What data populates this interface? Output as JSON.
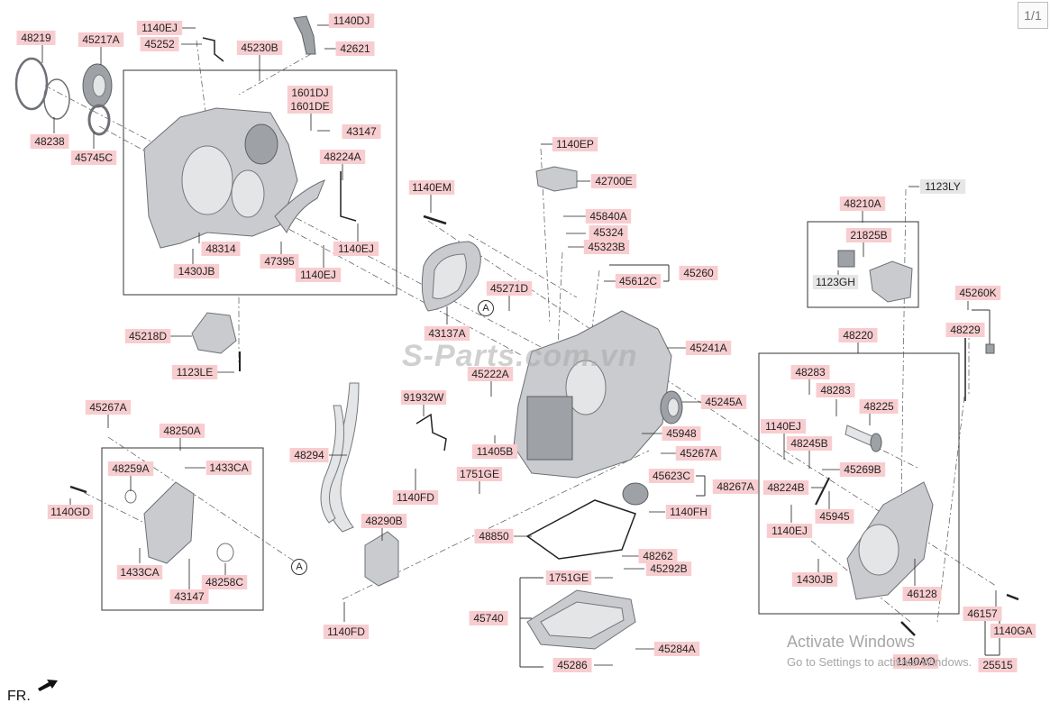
{
  "page_indicator": "1/1",
  "watermark": "S-Parts.com.vn",
  "windows_notice": {
    "title": "Activate Windows",
    "subtitle": "Go to Settings to activate Windows."
  },
  "direction_label": "FR.",
  "callout_letter": "A",
  "parts": [
    "48219",
    "45217A",
    "48238",
    "45745C",
    "1140EJ",
    "45252",
    "45230B",
    "1140DJ",
    "42621",
    "1601DJ",
    "1601DE",
    "43147",
    "48224A",
    "48314",
    "1430JB",
    "47395",
    "1140EJ",
    "1140EJ",
    "45218D",
    "1123LE",
    "1140EP",
    "42700E",
    "1140EM",
    "45840A",
    "45324",
    "45323B",
    "45260",
    "45612C",
    "45271D",
    "43137A",
    "45241A",
    "45222A",
    "91932W",
    "45245A",
    "45948",
    "45267A",
    "11405B",
    "1751GE",
    "1140FD",
    "45623C",
    "48267A",
    "48294",
    "1140FH",
    "48290B",
    "48850",
    "48262",
    "45292B",
    "1751GE",
    "45740",
    "1140FD",
    "45284A",
    "45286",
    "45267A",
    "48250A",
    "48259A",
    "1433CA",
    "1140GD",
    "1433CA",
    "43147",
    "48258C",
    "1123LY",
    "48210A",
    "21825B",
    "1123GH",
    "45260K",
    "48229",
    "48220",
    "48283",
    "48283",
    "48225",
    "1140EJ",
    "48245B",
    "45269B",
    "48224B",
    "45945",
    "1140EJ",
    "1430JB",
    "46128",
    "46157",
    "1140GA",
    "1140AO",
    "25515"
  ],
  "highlight_color": "#f8cdd0",
  "highlight_color_gray": "#e6e6e6"
}
